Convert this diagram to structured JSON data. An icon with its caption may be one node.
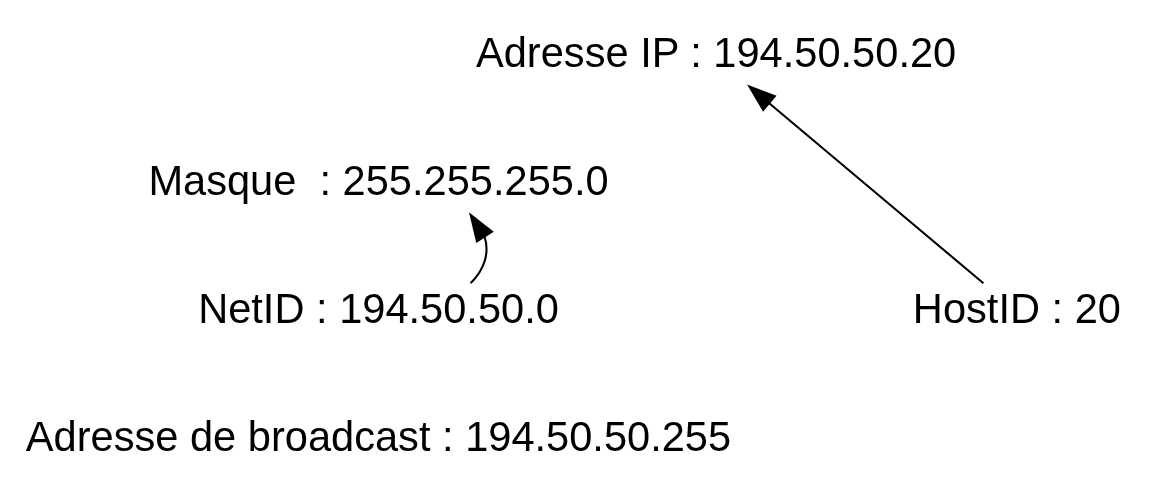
{
  "diagram": {
    "nodes": [
      {
        "text": [
          "Adresse IP : 194.50.50.20"
        ]
      },
      {
        "text": [
          "Masque  : 255.255.255.0"
        ]
      },
      {
        "text": [
          "NetID : 194.50.50.0"
        ]
      },
      {
        "text": [
          "HostID : 20"
        ]
      }
    ],
    "edges": [
      {
        "from": 2,
        "to": 1,
        "arrow": "to"
      },
      {
        "from": 3,
        "to": 0,
        "arrow": "to"
      }
    ],
    "labels": [
      "Adresse de broadcast : 194.50.50.255"
    ]
  }
}
